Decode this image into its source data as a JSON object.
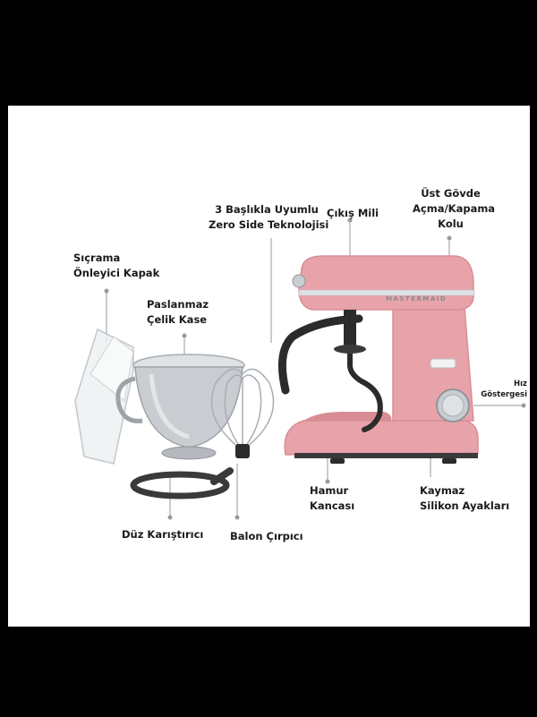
{
  "labels": {
    "splash_lid": [
      "Sıçrama",
      "Önleyici Kapak"
    ],
    "steel_bowl": [
      "Paslanmaz",
      "Çelik Kase"
    ],
    "zero_side": [
      "3 Başlıkla Uyumlu",
      "Zero Side Teknolojisi"
    ],
    "output_shaft": [
      "Çıkış Mili"
    ],
    "upper_body": [
      "Üst Gövde",
      "Açma/Kapama",
      "Kolu"
    ],
    "speed_indicator": [
      "Hız",
      "Göstergesi"
    ],
    "dough_hook": [
      "Hamur",
      "Kancası"
    ],
    "non_slip_feet": [
      "Kaymaz",
      "Silikon Ayakları"
    ],
    "flat_beater": [
      "Düz Karıştırıcı"
    ],
    "balloon_whisk": [
      "Balon Çırpıcı"
    ]
  },
  "brand": "MASTERMAID",
  "colors": {
    "body_pink": "#e8a3aa",
    "body_shade": "#d88d95",
    "steel": "#c9cdd2",
    "dark": "#2b2b2b",
    "background": "#ffffff",
    "frame": "#000000"
  }
}
